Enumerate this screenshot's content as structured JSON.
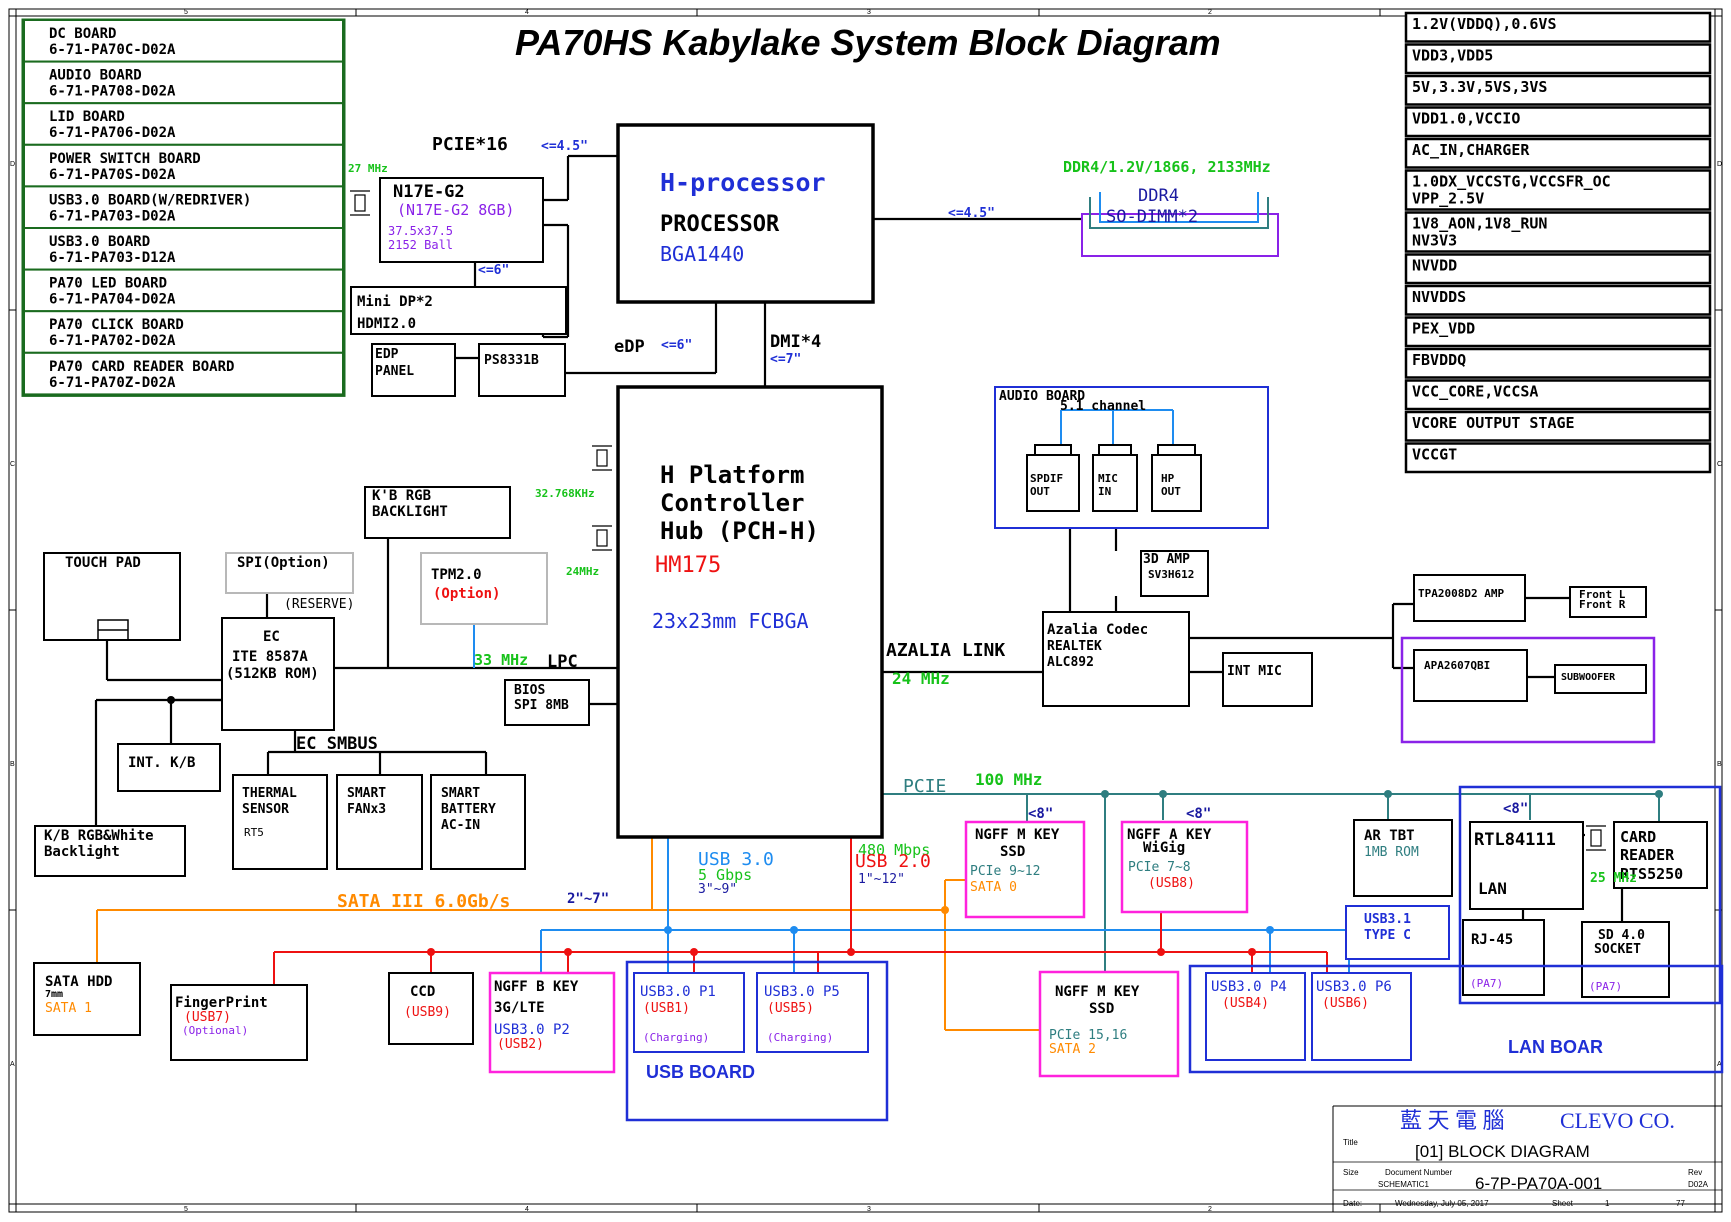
{
  "title": "PA70HS Kabylake System Block Diagram",
  "colors": {
    "black": "#000000",
    "blue": "#1f2fd6",
    "navy": "#1a1aa0",
    "red": "#ee1111",
    "green": "#17c21a",
    "darkgreen": "#1a6b1f",
    "orange": "#ff8a00",
    "magenta": "#ff22dd",
    "purple": "#8a22e8",
    "teal": "#2f7e80",
    "skyblue": "#1e8cf0",
    "gray": "#b8b8b8"
  },
  "boards": [
    {
      "name": "DC BOARD",
      "pn": "6-71-PA70C-D02A"
    },
    {
      "name": "AUDIO BOARD",
      "pn": "6-71-PA708-D02A"
    },
    {
      "name": "LID BOARD",
      "pn": "6-71-PA706-D02A"
    },
    {
      "name": "POWER SWITCH BOARD",
      "pn": "6-71-PA70S-D02A"
    },
    {
      "name": "USB3.0 BOARD(W/REDRIVER)",
      "pn": "6-71-PA703-D02A"
    },
    {
      "name": "USB3.0 BOARD",
      "pn": "6-71-PA703-D12A"
    },
    {
      "name": "PA70 LED BOARD",
      "pn": "6-71-PA704-D02A"
    },
    {
      "name": "PA70 CLICK BOARD",
      "pn": "6-71-PA702-D02A"
    },
    {
      "name": "PA70 CARD READER BOARD",
      "pn": "6-71-PA70Z-D02A"
    }
  ],
  "power": [
    [
      "1.2V(VDDQ),0.6VS"
    ],
    [
      "VDD3,VDD5"
    ],
    [
      "5V,3.3V,5VS,3VS"
    ],
    [
      "VDD1.0,VCCIO"
    ],
    [
      "AC_IN,CHARGER"
    ],
    [
      "1.0DX_VCCSTG,VCCSFR_OC",
      "VPP_2.5V"
    ],
    [
      "1V8_AON,1V8_RUN",
      "NV3V3"
    ],
    [
      "NVVDD"
    ],
    [
      "NVVDDS"
    ],
    [
      "PEX_VDD"
    ],
    [
      "FBVDDQ"
    ],
    [
      "VCC_CORE,VCCSA"
    ],
    [
      "VCORE OUTPUT STAGE"
    ],
    [
      "VCCGT"
    ]
  ],
  "cpu": {
    "line1": "H-processor",
    "line2": "PROCESSOR",
    "line3": "BGA1440"
  },
  "pch": {
    "line1": "H Platform",
    "line2": "Controller",
    "line3": "Hub (PCH-H)",
    "chip": "HM175",
    "pkg": "23x23mm FCBGA"
  },
  "gpu": {
    "name": "N17E-G2",
    "sub": "(N17E-G2 8GB)",
    "size": "37.5x37.5",
    "ball": "2152 Ball",
    "clock": "27 MHz"
  },
  "links": {
    "pcie16": "PCIE*16",
    "pcie16_len": "<=4.5\"",
    "ddr_spec": "DDR4/1.2V/1866, 2133MHz",
    "ddr_len": "<=4.5\"",
    "ddr4": "DDR4",
    "sodimm": "SO-DIMM*2",
    "gpu_len": "<=6\"",
    "edp": "eDP",
    "edp_len": "<=6\"",
    "dmi": "DMI*4",
    "dmi_len": "<=7\"",
    "azalia": "AZALIA LINK",
    "azalia_clk": "24 MHz",
    "lpc_clk": "33 MHz",
    "lpc": "LPC",
    "ec_smbus": "EC SMBUS",
    "pcie": "PCIE",
    "pcie_clk": "100 MHz",
    "sata": "SATA III 6.0Gb/s",
    "sata_len": "2\"~7\"",
    "usb3": "USB 3.0",
    "usb3_speed": "5 Gbps",
    "usb3_len": "3\"~9\"",
    "usb2": "USB 2.0",
    "usb2_speed": "480 Mbps",
    "usb2_len": "1\"~12\"",
    "len8a": "<8\"",
    "len8b": "<8\"",
    "len8c": "<8\"",
    "clk32": "32.768KHz",
    "clk24": "24MHz",
    "clk25": "25 MHz"
  },
  "blocks": {
    "minidp": "Mini DP*2",
    "hdmi": "HDMI2.0",
    "edp_panel1": "EDP",
    "edp_panel2": "PANEL",
    "ps8331b": "PS8331B",
    "kb_rgb1": "K'B RGB",
    "kb_rgb2": "BACKLIGHT",
    "touchpad": "TOUCH PAD",
    "spi_option": "SPI(Option)",
    "reserve": "(RESERVE)",
    "tpm1": "TPM2.0",
    "tpm2": "(Option)",
    "ec1": "EC",
    "ec2": "ITE 8587A",
    "ec3": "(512KB ROM)",
    "bios1": "BIOS",
    "bios2": "SPI 8MB",
    "intkb": "INT. K/B",
    "kbw1": "K/B RGB&White",
    "kbw2": "Backlight",
    "thermal1": "THERMAL",
    "thermal2": "SENSOR",
    "thermal3": "RT5",
    "fan1": "SMART",
    "fan2": "FANx3",
    "batt1": "SMART",
    "batt2": "BATTERY",
    "batt3": "AC-IN",
    "audio_board": "AUDIO BOARD",
    "channel": "5.1 channel",
    "spdif1": "SPDIF",
    "spdif2": "OUT",
    "mic1": "MIC",
    "mic2": "IN",
    "hp1": "HP",
    "hp2": "OUT",
    "amp3d1": "3D AMP",
    "amp3d2": "SV3H612",
    "codec1": "Azalia Codec",
    "codec2": "REALTEK",
    "codec3": "ALC892",
    "intmic": "INT MIC",
    "tpa": "TPA2008D2 AMP",
    "front1": "Front L",
    "front2": "Front R",
    "apa": "APA2607QBI",
    "sub": "SUBWOOFER",
    "ngffm1_a": "NGFF M KEY",
    "ngffm1_b": "SSD",
    "ngffm1_c": "PCIe 9~12",
    "ngffm1_d": "SATA 0",
    "ngffa_a": "NGFF A KEY",
    "ngffa_b": "WiGig",
    "ngffa_c": "PCIe 7~8",
    "ngffa_d": "(USB8)",
    "tbt1": "AR TBT",
    "tbt2": "1MB ROM",
    "usb31_1": "USB3.1",
    "usb31_2": "TYPE C",
    "rtl": "RTL84111",
    "lan": "LAN",
    "card1": "CARD",
    "card2": "READER",
    "card3": "RTS5250",
    "rj45": "RJ-45",
    "pa7a": "(PA7)",
    "sd1": "SD 4.0",
    "sd2": "SOCKET",
    "pa7b": "(PA7)",
    "lan_board": "LAN BOAR",
    "hdd1": "SATA HDD",
    "hdd2": "7mm",
    "hdd3": "SATA 1",
    "fp1": "FingerPrint",
    "fp2": "(USB7)",
    "fp3": "(Optional)",
    "ccd1": "CCD",
    "ccd2": "(USB9)",
    "ngffb1": "NGFF B KEY",
    "ngffb2": "3G/LTE",
    "ngffb3": "USB3.0 P2",
    "ngffb4": "(USB2)",
    "p1a": "USB3.0 P1",
    "p1b": "(USB1)",
    "p1c": "(Charging)",
    "p5a": "USB3.0 P5",
    "p5b": "(USB5)",
    "p5c": "(Charging)",
    "usb_board": "USB BOARD",
    "ngffm2_a": "NGFF M KEY",
    "ngffm2_b": "SSD",
    "ngffm2_c": "PCIe 15,16",
    "ngffm2_d": "SATA 2",
    "p4a": "USB3.0 P4",
    "p4b": "(USB4)",
    "p6a": "USB3.0 P6",
    "p6b": "(USB6)"
  },
  "titleblock": {
    "company_cn": "藍 天 電 腦",
    "company": "CLEVO CO.",
    "title_label": "Title",
    "title": "[01] BLOCK DIAGRAM",
    "size_label": "Size",
    "docnum_label": "Document Number",
    "size": "SCHEMATIC1",
    "docnum": "6-7P-PA70A-001",
    "rev_label": "Rev",
    "rev": "D02A",
    "date_label": "Date:",
    "date": "Wednesday, July 05, 2017",
    "sheet_label": "Sheet",
    "sheet": "1",
    "of": "77"
  },
  "frame": {
    "col_top": [
      "5",
      "4",
      "3",
      "2"
    ],
    "col_bottom": [
      "5",
      "4",
      "3",
      "2"
    ],
    "rows": [
      "D",
      "C",
      "B",
      "A"
    ]
  }
}
